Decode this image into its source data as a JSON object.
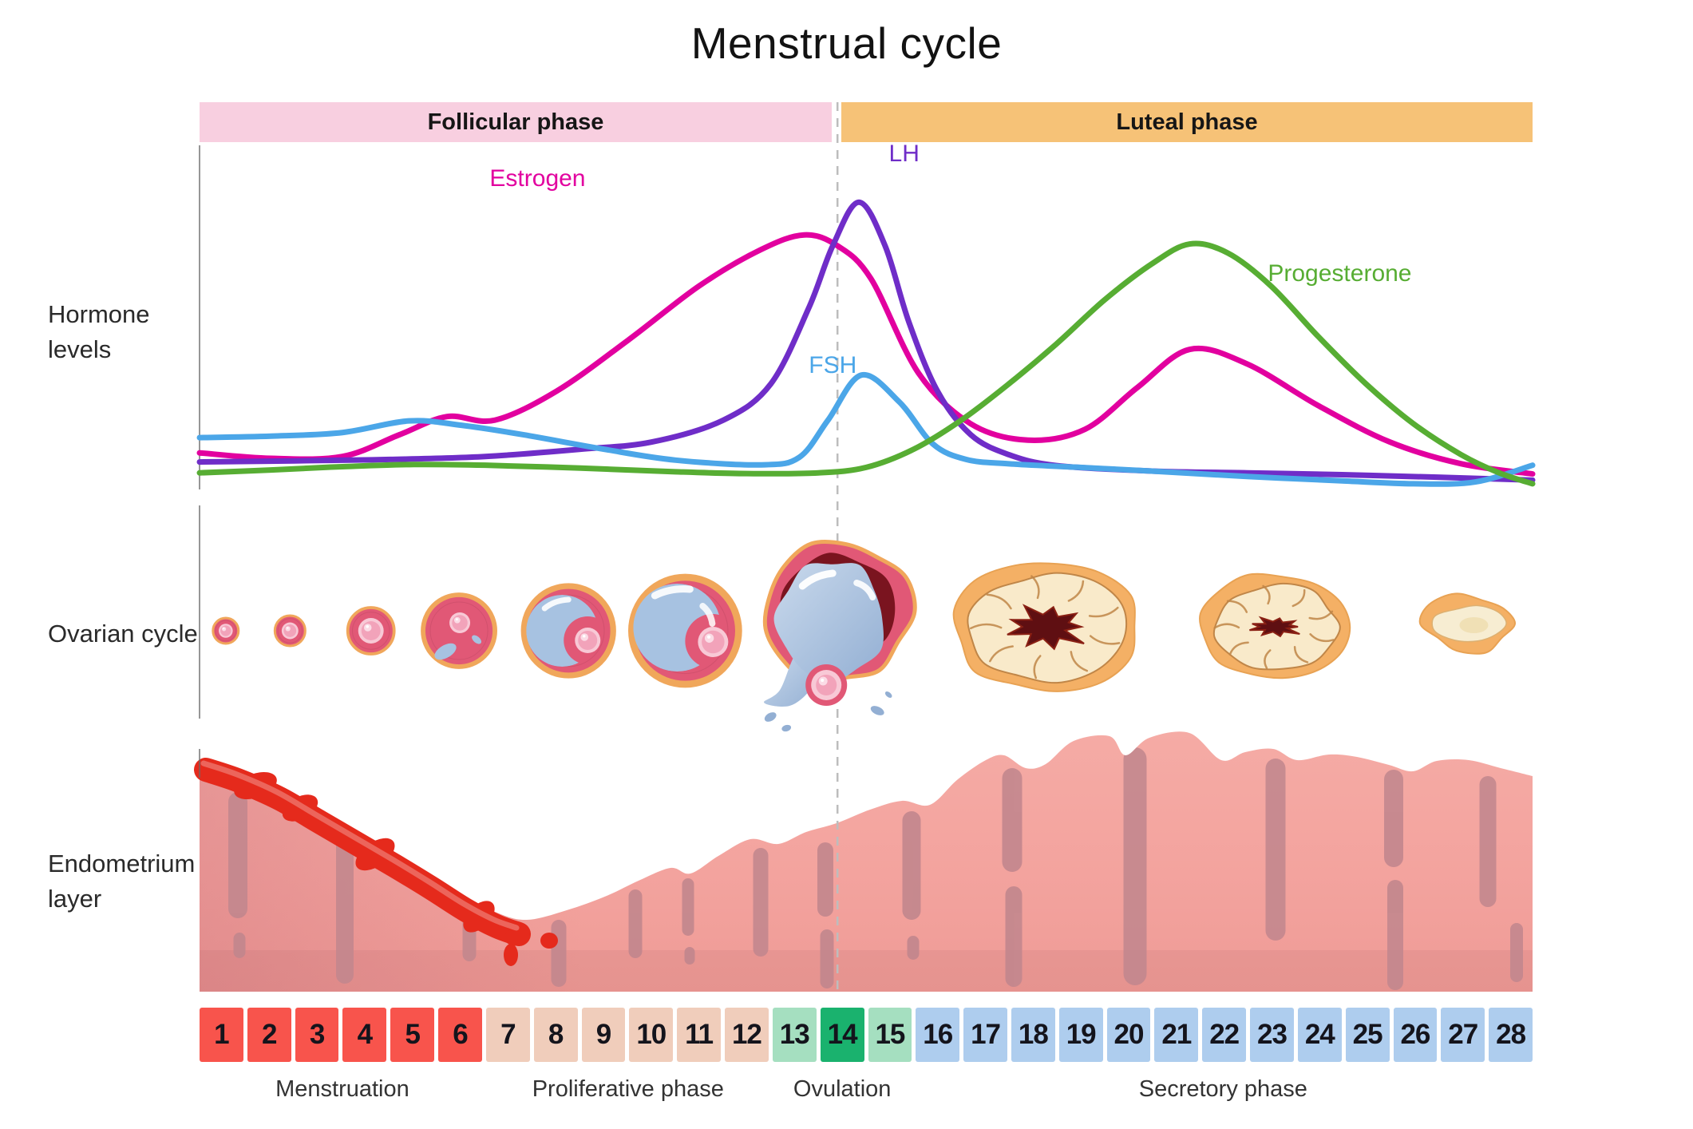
{
  "title": "Menstrual cycle",
  "phase_bars": [
    {
      "label": "Follicular phase",
      "color": "#F8CFE0"
    },
    {
      "label": "Luteal phase",
      "color": "#F6C277"
    }
  ],
  "section_labels": {
    "hormones": "Hormone\nlevels",
    "ovarian": "Ovarian cycle",
    "endometrium": "Endometrium\nlayer"
  },
  "ovulation_line_color": "#BDBDBD",
  "chart_data": {
    "type": "line",
    "title": "Hormone levels across the menstrual cycle",
    "x_unit": "cycle day",
    "x_range": [
      0,
      28
    ],
    "y_unit": "relative hormone level",
    "y_range": [
      0,
      100
    ],
    "grid": false,
    "ovulation_day": 13.4,
    "series": [
      {
        "name": "Estrogen",
        "color": "#E2009F",
        "points": [
          [
            0,
            16
          ],
          [
            1.5,
            14.5
          ],
          [
            3,
            15
          ],
          [
            4.2,
            21
          ],
          [
            5.2,
            26
          ],
          [
            6.2,
            25
          ],
          [
            7.5,
            33
          ],
          [
            9,
            47
          ],
          [
            10.5,
            62
          ],
          [
            11.8,
            72
          ],
          [
            12.7,
            76
          ],
          [
            13.4,
            73
          ],
          [
            14.1,
            64
          ],
          [
            15.1,
            38
          ],
          [
            16.2,
            24
          ],
          [
            17.4,
            19.5
          ],
          [
            18.6,
            22.5
          ],
          [
            19.7,
            34
          ],
          [
            20.8,
            44.5
          ],
          [
            22,
            40.5
          ],
          [
            23.5,
            29
          ],
          [
            25,
            19
          ],
          [
            26.5,
            13
          ],
          [
            28,
            10.2
          ]
        ]
      },
      {
        "name": "LH",
        "color": "#6F2DC8",
        "points": [
          [
            0,
            13.5
          ],
          [
            2,
            13.8
          ],
          [
            4,
            14.2
          ],
          [
            6,
            15
          ],
          [
            8,
            17
          ],
          [
            9.5,
            19
          ],
          [
            11,
            25
          ],
          [
            12,
            35
          ],
          [
            12.8,
            56
          ],
          [
            13.3,
            73
          ],
          [
            13.85,
            85
          ],
          [
            14.4,
            73
          ],
          [
            14.9,
            52
          ],
          [
            15.5,
            33
          ],
          [
            16.2,
            21
          ],
          [
            17,
            15.5
          ],
          [
            18,
            12.5
          ],
          [
            20,
            11
          ],
          [
            22,
            10.5
          ],
          [
            24,
            10
          ],
          [
            26,
            9.3
          ],
          [
            28,
            8.5
          ]
        ]
      },
      {
        "name": "FSH",
        "color": "#4BA6E8",
        "points": [
          [
            0,
            20.2
          ],
          [
            1.5,
            20.6
          ],
          [
            3,
            21.6
          ],
          [
            4.4,
            24.8
          ],
          [
            5.5,
            23.6
          ],
          [
            6.8,
            21
          ],
          [
            8.5,
            17
          ],
          [
            10,
            14
          ],
          [
            11.8,
            12.7
          ],
          [
            12.6,
            14.8
          ],
          [
            13.2,
            25
          ],
          [
            13.9,
            37.4
          ],
          [
            14.7,
            30
          ],
          [
            15.4,
            18.5
          ],
          [
            16.1,
            14.2
          ],
          [
            17,
            13
          ],
          [
            18.5,
            12
          ],
          [
            20,
            11
          ],
          [
            22,
            9.5
          ],
          [
            24,
            8.3
          ],
          [
            25.5,
            7.5
          ],
          [
            26.8,
            8
          ],
          [
            28,
            12.6
          ]
        ]
      },
      {
        "name": "Progesterone",
        "color": "#57AD33",
        "points": [
          [
            0,
            10.5
          ],
          [
            1.5,
            11.3
          ],
          [
            3,
            12.2
          ],
          [
            4.5,
            12.8
          ],
          [
            6,
            12.6
          ],
          [
            8,
            11.8
          ],
          [
            10,
            10.8
          ],
          [
            11.5,
            10.3
          ],
          [
            13,
            10.5
          ],
          [
            14,
            12
          ],
          [
            15,
            17
          ],
          [
            16,
            25
          ],
          [
            17,
            35
          ],
          [
            18,
            46
          ],
          [
            19,
            58
          ],
          [
            20,
            68
          ],
          [
            20.8,
            73.5
          ],
          [
            21.6,
            71
          ],
          [
            22.5,
            62
          ],
          [
            23.5,
            48
          ],
          [
            24.5,
            35
          ],
          [
            25.5,
            24
          ],
          [
            26.5,
            15.5
          ],
          [
            27.3,
            10.5
          ],
          [
            28,
            7.5
          ]
        ]
      }
    ],
    "annotations": [
      {
        "text": "Estrogen",
        "day": 7.1,
        "level": 89.5,
        "color": "#E2009F"
      },
      {
        "text": "LH",
        "day": 14.8,
        "level": 96.3,
        "color": "#6F2DC8"
      },
      {
        "text": "FSH",
        "day": 13.3,
        "level": 38,
        "color": "#4BA6E8"
      },
      {
        "text": "Progesterone",
        "day": 23.95,
        "level": 63.3,
        "color": "#57AD33"
      }
    ]
  },
  "ovarian": {
    "colors": {
      "wall": "#E15876",
      "wall_line": "#C44B66",
      "theca": "#F0A75B",
      "oocyte": "#F2A3BA",
      "oocyte_ring": "#F8C9D6",
      "nucleus": "#FBDCE6",
      "fluid": "#A7C2E1",
      "fluid_light": "#C9D9EC",
      "fluid_deep": "#93AFD3",
      "rupture_cavity": "#7A141F",
      "lutein": "#F4B065",
      "lutein_edge": "#E8A253",
      "lutein_inner": "#F9EACA",
      "wrinkle": "#C08648",
      "clot": "#5F0F12",
      "albicans_inner": "#F7EDD2"
    },
    "stages": [
      {
        "day": 0.55,
        "kind": "primordial-follicle",
        "r": 16
      },
      {
        "day": 1.9,
        "kind": "primary-follicle",
        "r": 19
      },
      {
        "day": 3.6,
        "kind": "secondary-follicle",
        "r": 29
      },
      {
        "day": 5.45,
        "kind": "early-antral-follicle",
        "r": 45
      },
      {
        "day": 7.75,
        "kind": "antral-follicle",
        "r": 56
      },
      {
        "day": 10.2,
        "kind": "mature-follicle",
        "r": 67
      },
      {
        "day": 13.4,
        "kind": "ovulation",
        "r": 95
      },
      {
        "day": 17.8,
        "kind": "corpus-luteum",
        "r": 115
      },
      {
        "day": 22.6,
        "kind": "corpus-luteum-degenerating",
        "r": 92
      },
      {
        "day": 26.7,
        "kind": "corpus-albicans",
        "r": 56
      }
    ]
  },
  "endometrium": {
    "colors": {
      "tissue": "#F5ABA5",
      "tissue_mid": "#F3A39E",
      "tissue_deep": "#EF9B96",
      "gland": "#C1868D",
      "blood": "#E52A1C",
      "blood_dark": "#B71A0F",
      "left_shade": "rgba(198,106,118,0.30)"
    },
    "surface": [
      [
        250,
        972
      ],
      [
        275,
        975
      ],
      [
        300,
        982
      ],
      [
        360,
        1004
      ],
      [
        430,
        1038
      ],
      [
        500,
        1078
      ],
      [
        560,
        1112
      ],
      [
        620,
        1142
      ],
      [
        660,
        1152
      ],
      [
        710,
        1140
      ],
      [
        760,
        1122
      ],
      [
        800,
        1103
      ],
      [
        840,
        1087
      ],
      [
        865,
        1094
      ],
      [
        900,
        1072
      ],
      [
        940,
        1051
      ],
      [
        975,
        1057
      ],
      [
        1010,
        1042
      ],
      [
        1048,
        1031
      ],
      [
        1090,
        1014
      ],
      [
        1130,
        1003
      ],
      [
        1165,
        1008
      ],
      [
        1200,
        976
      ],
      [
        1235,
        952
      ],
      [
        1258,
        946
      ],
      [
        1285,
        962
      ],
      [
        1310,
        957
      ],
      [
        1345,
        928
      ],
      [
        1390,
        922
      ],
      [
        1410,
        946
      ],
      [
        1440,
        924
      ],
      [
        1490,
        918
      ],
      [
        1530,
        952
      ],
      [
        1560,
        942
      ],
      [
        1595,
        938
      ],
      [
        1625,
        952
      ],
      [
        1665,
        945
      ],
      [
        1700,
        948
      ],
      [
        1740,
        958
      ],
      [
        1770,
        966
      ],
      [
        1800,
        953
      ],
      [
        1840,
        952
      ],
      [
        1880,
        962
      ],
      [
        1920,
        972
      ]
    ],
    "base_y": 1242,
    "glands": [
      [
        298,
        992,
        1150,
        24
      ],
      [
        300,
        1168,
        1200,
        15
      ],
      [
        432,
        1048,
        1232,
        22
      ],
      [
        588,
        1124,
        1204,
        17
      ],
      [
        700,
        1152,
        1236,
        19
      ],
      [
        796,
        1114,
        1200,
        17
      ],
      [
        862,
        1100,
        1172,
        15
      ],
      [
        864,
        1186,
        1208,
        13
      ],
      [
        953,
        1062,
        1198,
        19
      ],
      [
        1034,
        1055,
        1148,
        20
      ],
      [
        1036,
        1164,
        1238,
        17
      ],
      [
        1142,
        1016,
        1152,
        23
      ],
      [
        1144,
        1172,
        1202,
        15
      ],
      [
        1268,
        962,
        1092,
        25
      ],
      [
        1270,
        1110,
        1236,
        21
      ],
      [
        1422,
        936,
        1234,
        29
      ],
      [
        1598,
        950,
        1178,
        25
      ],
      [
        1746,
        964,
        1086,
        24
      ],
      [
        1748,
        1102,
        1240,
        20
      ],
      [
        1864,
        972,
        1136,
        21
      ],
      [
        1900,
        1156,
        1230,
        16
      ]
    ],
    "blood_path": [
      [
        258,
        964
      ],
      [
        300,
        978
      ],
      [
        350,
        1000
      ],
      [
        398,
        1028
      ],
      [
        446,
        1056
      ],
      [
        494,
        1084
      ],
      [
        540,
        1112
      ],
      [
        584,
        1140
      ],
      [
        622,
        1160
      ],
      [
        650,
        1170
      ]
    ],
    "blood_blobs": [
      [
        320,
        984,
        28,
        15,
        -20
      ],
      [
        376,
        1012,
        24,
        14,
        -28
      ],
      [
        470,
        1070,
        28,
        15,
        -35
      ],
      [
        600,
        1148,
        24,
        14,
        -45
      ],
      [
        648,
        1172,
        16,
        12,
        -20
      ]
    ],
    "blood_drips": [
      [
        640,
        1196,
        9,
        14
      ],
      [
        688,
        1178,
        11,
        10
      ]
    ]
  },
  "days": {
    "groups": [
      {
        "from": 1,
        "to": 6,
        "color": "#F8544C"
      },
      {
        "from": 7,
        "to": 12,
        "color": "#F0CDBB"
      },
      {
        "from": 13,
        "to": 13,
        "color": "#A5DFC0"
      },
      {
        "from": 14,
        "to": 14,
        "color": "#1AB26E"
      },
      {
        "from": 15,
        "to": 15,
        "color": "#A5DFC0"
      },
      {
        "from": 16,
        "to": 28,
        "color": "#AECDEE"
      }
    ]
  },
  "bottom_phases": [
    {
      "label": "Menstruation",
      "center_day": 3
    },
    {
      "label": "Proliferative phase",
      "center_day": 9
    },
    {
      "label": "Ovulation",
      "center_day": 13.5
    },
    {
      "label": "Secretory phase",
      "center_day": 21.5
    }
  ]
}
